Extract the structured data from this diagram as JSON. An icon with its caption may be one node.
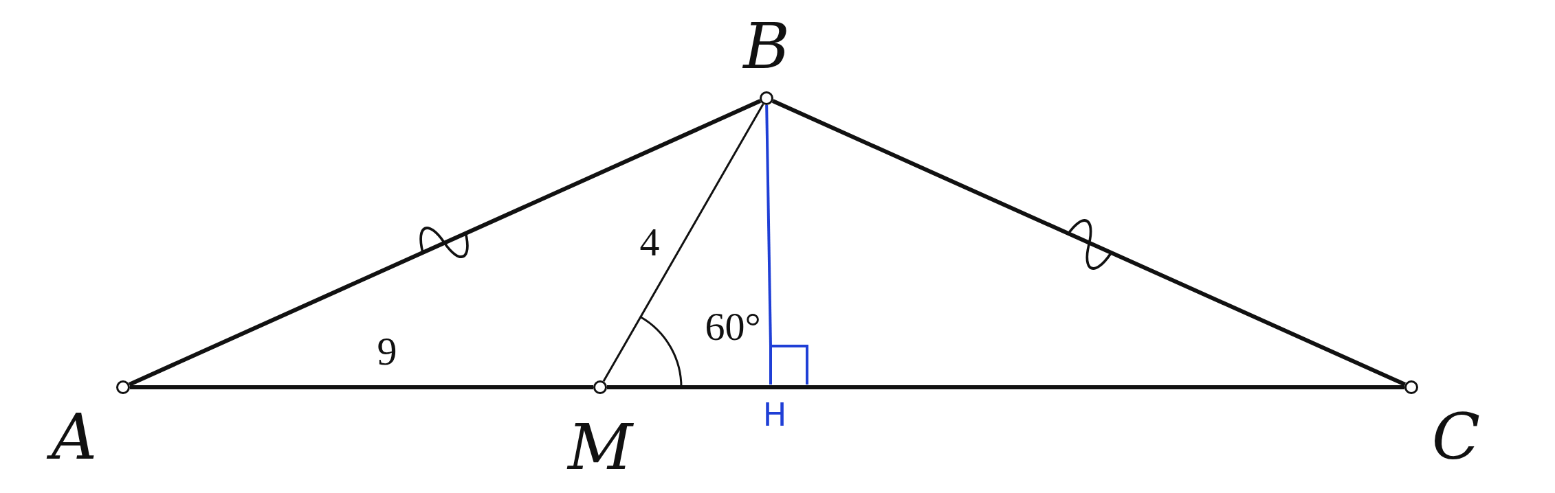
{
  "diagram": {
    "nodes": [
      {
        "text": [],
        "shape": "circle",
        "beside": [
          "B"
        ]
      },
      {
        "text": [],
        "shape": "circle",
        "beside": [
          "A"
        ]
      },
      {
        "text": [],
        "shape": "circle",
        "beside": [
          "M"
        ]
      },
      {
        "text": [],
        "shape": "circle",
        "beside": [
          "C"
        ]
      },
      {
        "text": [],
        "shape": "box",
        "beside": [
          "H"
        ]
      }
    ],
    "edges": [
      {
        "from": 0,
        "to": 1,
        "arrow": "none"
      },
      {
        "from": 0,
        "to": 3,
        "arrow": "none"
      },
      {
        "from": 1,
        "to": 2,
        "arrow": "none"
      },
      {
        "from": 2,
        "to": 3,
        "arrow": "none"
      },
      {
        "from": 0,
        "to": 2,
        "arrow": "none"
      },
      {
        "from": 0,
        "to": 4,
        "arrow": "none",
        "color": "#1f3fd6"
      }
    ],
    "labels": [
      "4",
      "60°",
      "9"
    ]
  }
}
